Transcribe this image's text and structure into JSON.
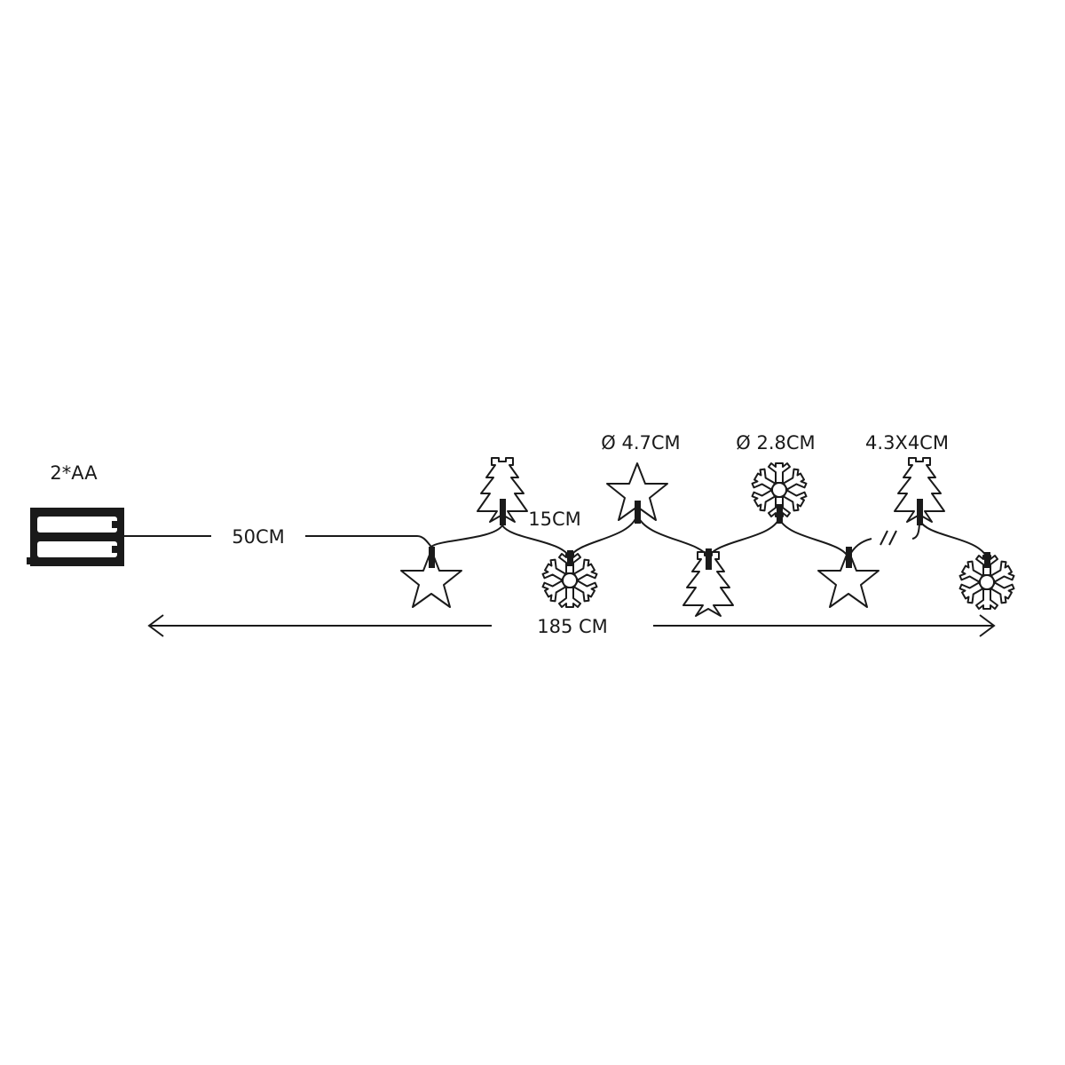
{
  "battery_label": "2*AA",
  "lead_length_label": "50CM",
  "spacing_label": "15CM",
  "total_length_label": "185 CM",
  "star_size_label": "Ø 4.7CM",
  "snowflake_size_label": "Ø 2.8CM",
  "tree_size_label": "4.3X4CM",
  "ornaments": [
    "star-icon",
    "tree-icon",
    "snowflake-icon",
    "star-icon",
    "tree-icon",
    "snowflake-icon",
    "star-icon",
    "tree-icon",
    "snowflake-icon"
  ],
  "colors": {
    "line": "#1a1a1a",
    "background": "#ffffff"
  }
}
